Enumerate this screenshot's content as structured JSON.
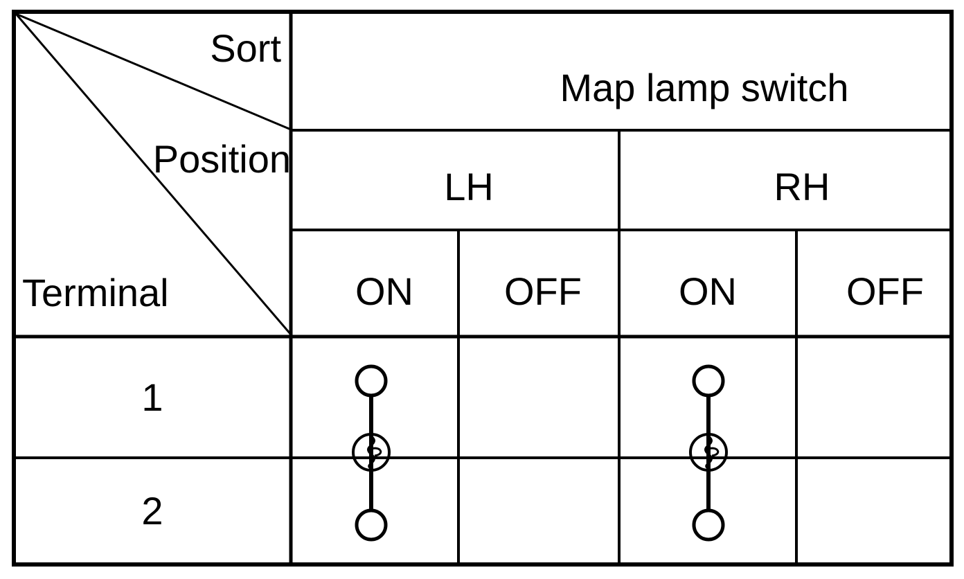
{
  "table": {
    "corner": {
      "sort_label": "Sort",
      "position_label": "Position",
      "terminal_label": "Terminal"
    },
    "switch_name": "Map lamp switch",
    "positions": [
      "LH",
      "RH"
    ],
    "states": [
      "ON",
      "OFF",
      "ON",
      "OFF"
    ],
    "terminals": [
      "1",
      "2"
    ],
    "continuity": [
      {
        "position": "LH",
        "state": "ON",
        "between_terminals": [
          "1",
          "2"
        ],
        "connected": true,
        "symbol": "lamp-circuit"
      },
      {
        "position": "LH",
        "state": "OFF",
        "between_terminals": [
          "1",
          "2"
        ],
        "connected": false,
        "symbol": "none"
      },
      {
        "position": "RH",
        "state": "ON",
        "between_terminals": [
          "1",
          "2"
        ],
        "connected": true,
        "symbol": "lamp-circuit"
      },
      {
        "position": "RH",
        "state": "OFF",
        "between_terminals": [
          "1",
          "2"
        ],
        "connected": false,
        "symbol": "none"
      }
    ],
    "colors": {
      "line": "#000000",
      "background": "#ffffff",
      "text": "#000000"
    }
  }
}
